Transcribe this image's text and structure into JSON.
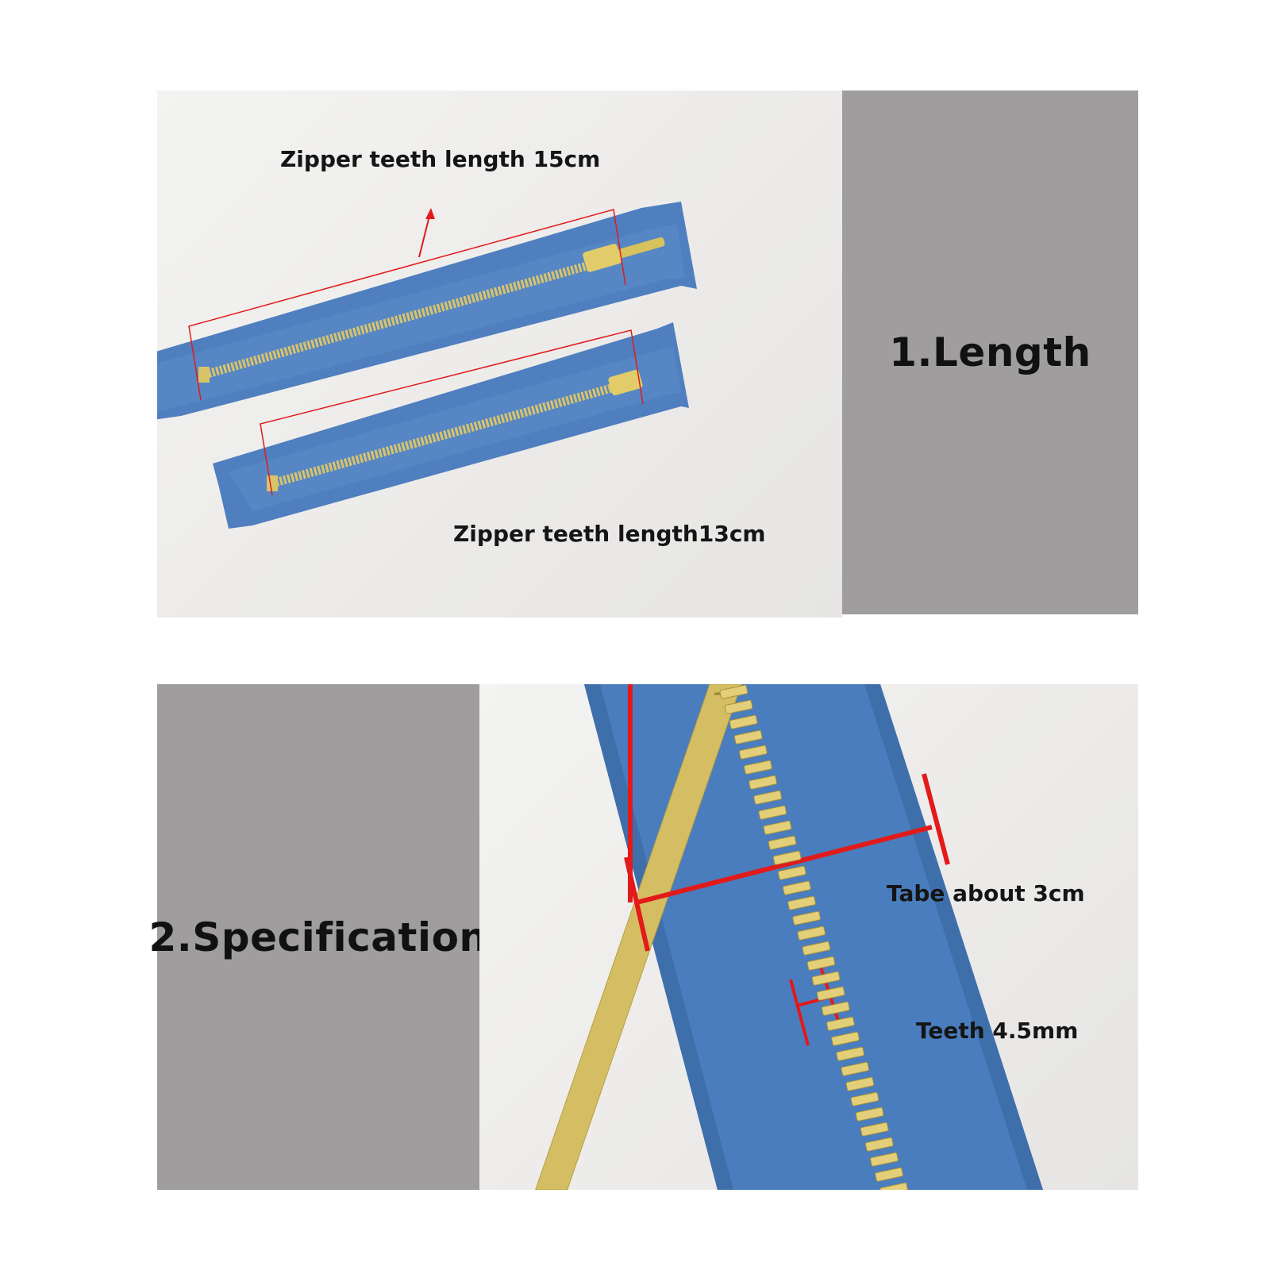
{
  "section1": {
    "title": "1.Length",
    "label_long": "Zipper teeth length 15cm",
    "label_short": "Zipper teeth length13cm"
  },
  "section2": {
    "title": "2.Specification",
    "label_tape": "Tabe about 3cm",
    "label_teeth": "Teeth 4.5mm"
  },
  "colors": {
    "gray_panel": "#a09d9e",
    "zipper_tape": "#4f7fbf",
    "zipper_teeth": "#d9c46a",
    "measure_line": "#e21a1a"
  }
}
